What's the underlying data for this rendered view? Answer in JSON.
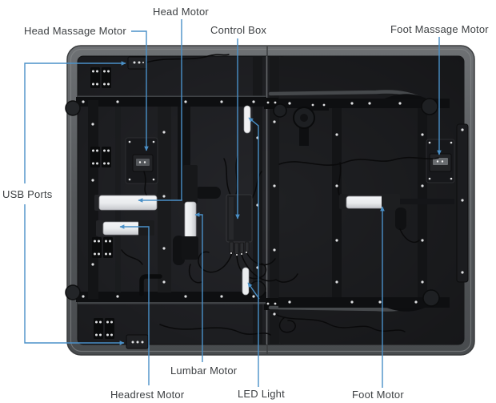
{
  "diagram": {
    "labels": {
      "head_massage_motor": "Head Massage Motor",
      "head_motor": "Head Motor",
      "control_box": "Control Box",
      "foot_massage_motor": "Foot Massage Motor",
      "usb_ports": "USB Ports",
      "headrest_motor": "Headrest Motor",
      "lumbar_motor": "Lumbar Motor",
      "led_light": "LED Light",
      "foot_motor": "Foot Motor"
    },
    "colors": {
      "leader_line": "#4a90c8",
      "label_text": "#3d4043",
      "bed_edge": "#55585b",
      "fabric": "#232428",
      "frame_metal": "#0e0f11",
      "actuator_body": "#eef0f2",
      "background": "#ffffff"
    }
  }
}
